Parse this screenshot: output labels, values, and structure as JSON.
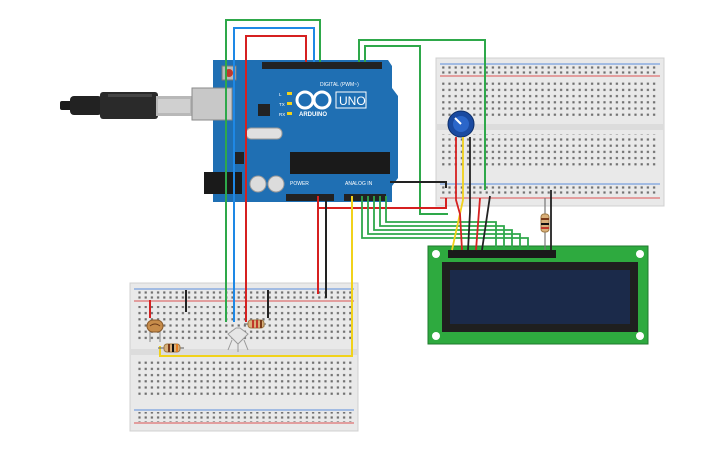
{
  "arduino": {
    "logo_text": "ARDUINO",
    "model_text": "UNO",
    "digital_label": "DIGITAL (PWM~)",
    "power_label": "POWER",
    "analog_label": "ANALOG IN",
    "tx_label": "TX",
    "rx_label": "RX",
    "l_label": "L"
  },
  "colors": {
    "board_blue": "#1f6fb3",
    "breadboard": "#e9e9e9",
    "wire_red": "#d62020",
    "wire_green": "#2ea84a",
    "wire_blue": "#1e88e5",
    "wire_yellow": "#f1d21b",
    "wire_black": "#222222",
    "lcd_green": "#2eaa3f",
    "lcd_screen": "#1b2a4a",
    "pot_blue": "#1a4aa0"
  },
  "icons": [
    "usb-cable-icon",
    "photoresistor-icon",
    "rgb-led-icon",
    "potentiometer-icon"
  ]
}
